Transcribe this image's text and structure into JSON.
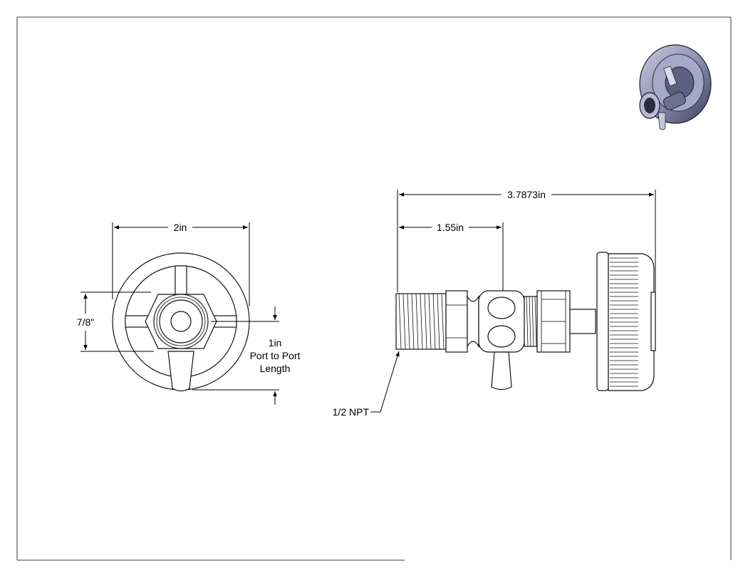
{
  "drawing": {
    "front_view": {
      "width_label": "2in",
      "height_label": "7/8\"",
      "port_label_lines": [
        "1in",
        "Port to Port",
        "Length"
      ]
    },
    "side_view": {
      "overall_length_label": "3.7873in",
      "port_distance_label": "1.55in",
      "thread_callout": "1/2 NPT"
    },
    "iso_view": {
      "icon": "valve-isometric-icon"
    }
  }
}
